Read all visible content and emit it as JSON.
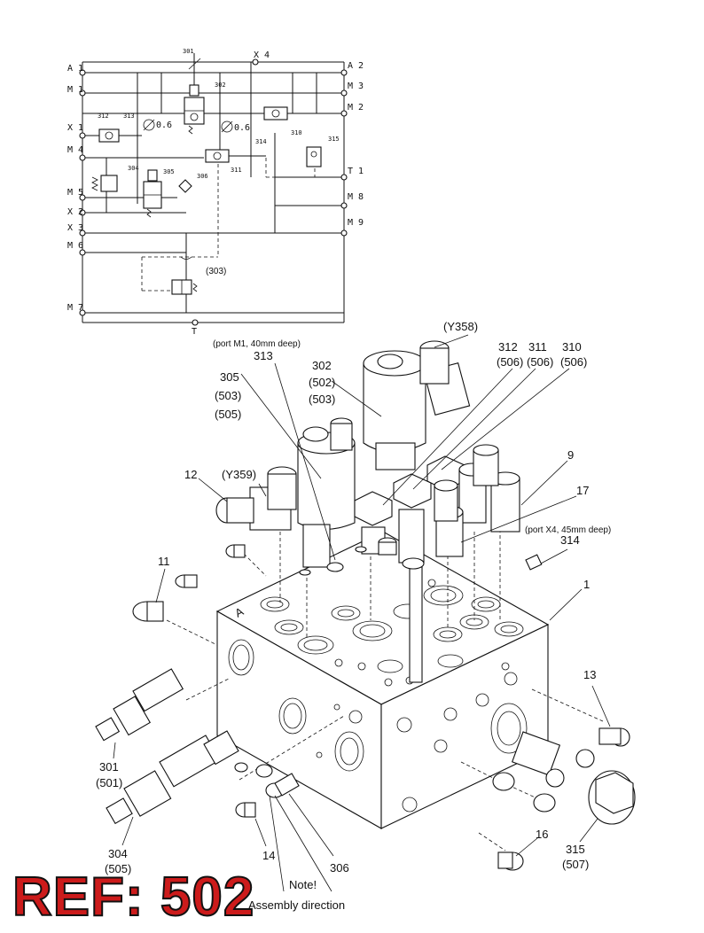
{
  "schematic": {
    "ports_left": [
      "A 1",
      "M 1",
      "X 1",
      "M 4",
      "M 5",
      "X 2",
      "X 3",
      "M 6",
      "M 7"
    ],
    "ports_right": [
      "A 2",
      "M 3",
      "M 2",
      "T 1",
      "M 8",
      "M 9"
    ],
    "port_top": "X 4",
    "port_bottom": "T",
    "components": {
      "c301": "301",
      "c302": "302",
      "c304": "304",
      "c305": "305",
      "c306": "306",
      "c310": "310",
      "c311": "311",
      "c312": "312",
      "c313": "313",
      "c314": "314",
      "c315": "315",
      "c303": "(303)"
    },
    "orifice_1": "0.6",
    "orifice_2": "0.6"
  },
  "labels": {
    "y358": "(Y358)",
    "port_m1": "(port M1, 40mm deep)",
    "l313": "313",
    "l302": "302",
    "l302_502": "(502)",
    "l302_503": "(503)",
    "l305": "305",
    "l305_503": "(503)",
    "l305_505": "(505)",
    "l312": "312",
    "l312_sub": "(506)",
    "l311": "311",
    "l311_sub": "(506)",
    "l310": "310",
    "l310_sub": "(506)",
    "l9": "9",
    "l17": "17",
    "port_x4": "(port X4, 45mm deep)",
    "l314": "314",
    "l12": "12",
    "y359": "(Y359)",
    "l11": "11",
    "l1": "1",
    "l13": "13",
    "l301": "301",
    "l301_sub": "(501)",
    "l304": "304",
    "l304_sub": "(505)",
    "l14": "14",
    "l306": "306",
    "l16": "16",
    "l315": "315",
    "l315_sub": "(507)",
    "note": "Note!",
    "assembly": "Assembly direction"
  },
  "ref": "REF: 502"
}
